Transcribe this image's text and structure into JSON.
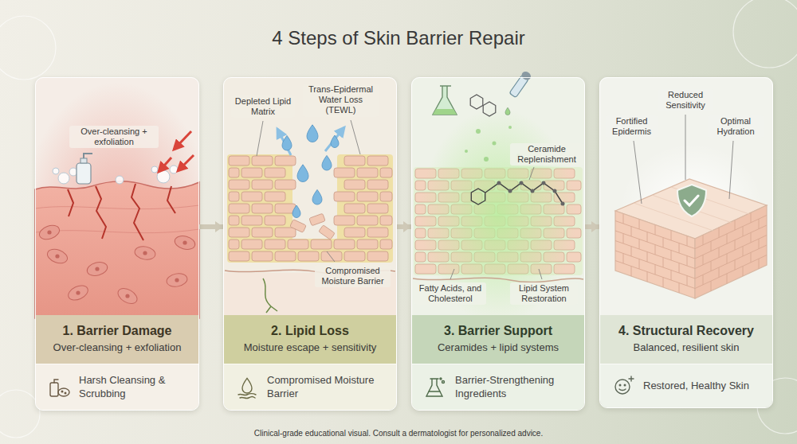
{
  "diagram": {
    "title": "4 Steps of Skin Barrier Repair",
    "caption": "Clinical-grade educational visual. Consult a dermatologist for personalized advice.",
    "nodes": [
      {
        "text": [
          "1. Barrier Damage",
          "Over-cleansing + exfoliation"
        ]
      },
      {
        "text": [
          "Harsh Cleansing & Scrubbing"
        ],
        "in": 0
      },
      {
        "text": [
          "2. Lipid Loss",
          "Moisture escape + sensitivity"
        ]
      },
      {
        "text": [
          "Compromised Moisture Barrier"
        ],
        "in": 2
      },
      {
        "text": [
          "3. Barrier Support",
          "Ceramides + lipid systems"
        ]
      },
      {
        "text": [
          "Barrier-Strengthening Ingredients"
        ],
        "in": 4
      },
      {
        "text": [
          "4. Structural Recovery",
          "Balanced, resilient skin"
        ]
      },
      {
        "text": [
          "Restored, Healthy Skin"
        ],
        "in": 6
      }
    ],
    "edges": [
      {
        "from": 0,
        "to": 2,
        "arrow": "to"
      },
      {
        "from": 2,
        "to": 4,
        "arrow": "to"
      },
      {
        "from": 4,
        "to": 6,
        "arrow": "to"
      }
    ],
    "labels": [
      "Over-cleansing + exfoliation",
      "Depleted Lipid Matrix",
      "Trans-Epidermal Water Loss (TEWL)",
      "Compromised Moisture Barrier",
      "Ceramide Replenishment",
      "Fatty Acids, and Cholesterol",
      "Lipid System Restoration",
      "Fortified Epidermis",
      "Reduced Sensitivity",
      "Optimal Hydration"
    ]
  }
}
